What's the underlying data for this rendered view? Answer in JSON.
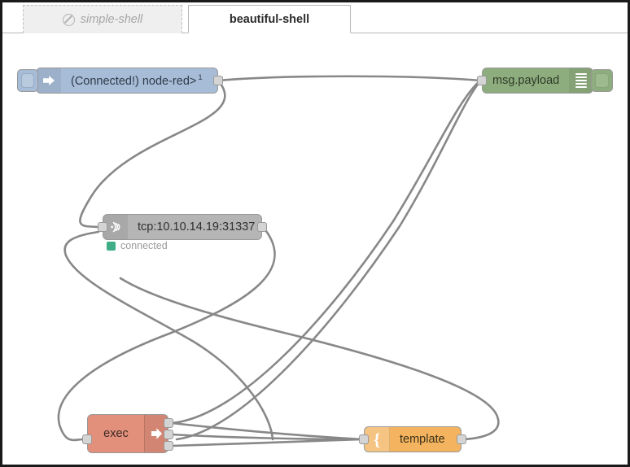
{
  "window": {
    "title": "Node-RED flow editor canvas",
    "background": "#ffffff",
    "border_color": "#1a1a1a"
  },
  "tabs": [
    {
      "id": "simple-shell",
      "label": "simple-shell",
      "active": false,
      "disabled": true,
      "icon": "circle-slash-icon"
    },
    {
      "id": "beautiful-shell",
      "label": "beautiful-shell",
      "active": true,
      "disabled": false,
      "icon": null
    }
  ],
  "canvas": {
    "nodes": [
      {
        "id": "inject",
        "type": "inject",
        "label": "(Connected!) node-red>",
        "superscript": "1",
        "icon": "arrow-right-icon",
        "color": "#a7bcd6",
        "button_label": "inject-trigger",
        "inputs": 0,
        "outputs": 1
      },
      {
        "id": "tcp",
        "type": "tcp-request",
        "label": "tcp:10.10.14.19:31337",
        "icon": "wifi-signal-icon",
        "color": "#b5b5b5",
        "status_text": "connected",
        "status_color": "#3fad85",
        "inputs": 1,
        "outputs": 1
      },
      {
        "id": "debug",
        "type": "debug",
        "label": "msg.payload",
        "icon": "debug-lines-icon",
        "color": "#8ead7e",
        "toggle_label": "debug-enable-toggle",
        "inputs": 1,
        "outputs": 0
      },
      {
        "id": "exec",
        "type": "exec",
        "label": "exec",
        "icon": "arrow-right-icon",
        "color": "#e2907c",
        "inputs": 1,
        "outputs": 3
      },
      {
        "id": "template",
        "type": "template",
        "label": "template",
        "icon": "curly-brace-icon",
        "color": "#f4b45f",
        "inputs": 1,
        "outputs": 1
      }
    ],
    "wire_color": "#888888"
  }
}
